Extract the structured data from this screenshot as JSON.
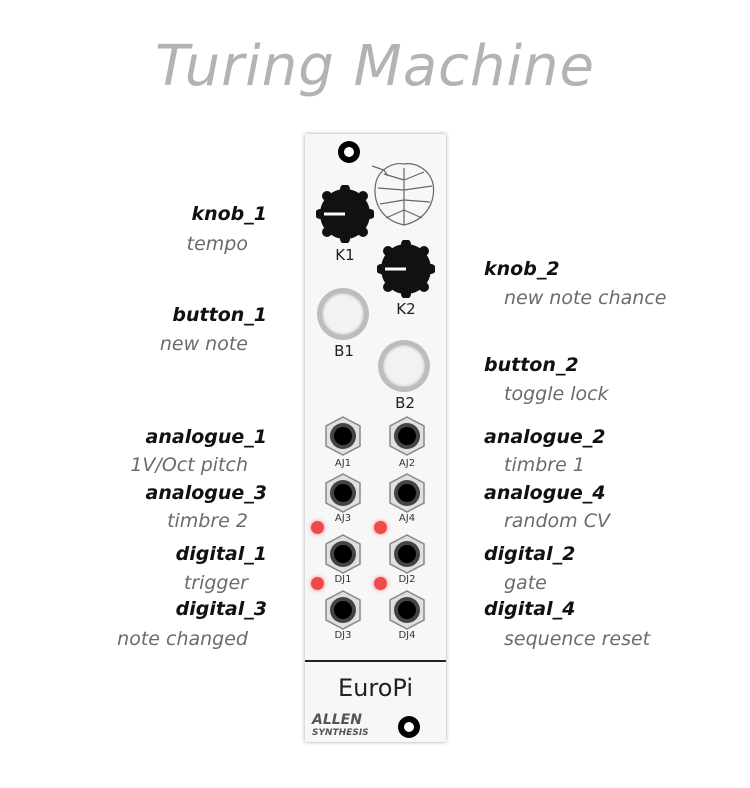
{
  "title": "Turing Machine",
  "labels": {
    "knob_1": {
      "name": "knob_1",
      "desc": "tempo"
    },
    "knob_2": {
      "name": "knob_2",
      "desc": "new note chance"
    },
    "button_1": {
      "name": "button_1",
      "desc": "new note"
    },
    "button_2": {
      "name": "button_2",
      "desc": "toggle lock"
    },
    "analogue_1": {
      "name": "analogue_1",
      "desc": "1V/Oct pitch"
    },
    "analogue_2": {
      "name": "analogue_2",
      "desc": "timbre 1"
    },
    "analogue_3": {
      "name": "analogue_3",
      "desc": "timbre 2"
    },
    "analogue_4": {
      "name": "analogue_4",
      "desc": "random CV"
    },
    "digital_1": {
      "name": "digital_1",
      "desc": "trigger"
    },
    "digital_2": {
      "name": "digital_2",
      "desc": "gate"
    },
    "digital_3": {
      "name": "digital_3",
      "desc": "note changed"
    },
    "digital_4": {
      "name": "digital_4",
      "desc": "sequence reset"
    }
  },
  "panel": {
    "knobs": {
      "k1": "K1",
      "k2": "K2"
    },
    "buttons": {
      "b1": "B1",
      "b2": "B2"
    },
    "jacks": {
      "aj1": "AJ1",
      "aj2": "AJ2",
      "aj3": "AJ3",
      "aj4": "AJ4",
      "dj1": "DJ1",
      "dj2": "DJ2",
      "dj3": "DJ3",
      "dj4": "DJ4"
    },
    "brand": "EuroPi",
    "maker_line1": "ALLEN",
    "maker_line2": "SYNTHESIS"
  },
  "colors": {
    "led": "#ef4a4a",
    "title": "#b3b3b3",
    "panel": "#f7f7f7"
  }
}
